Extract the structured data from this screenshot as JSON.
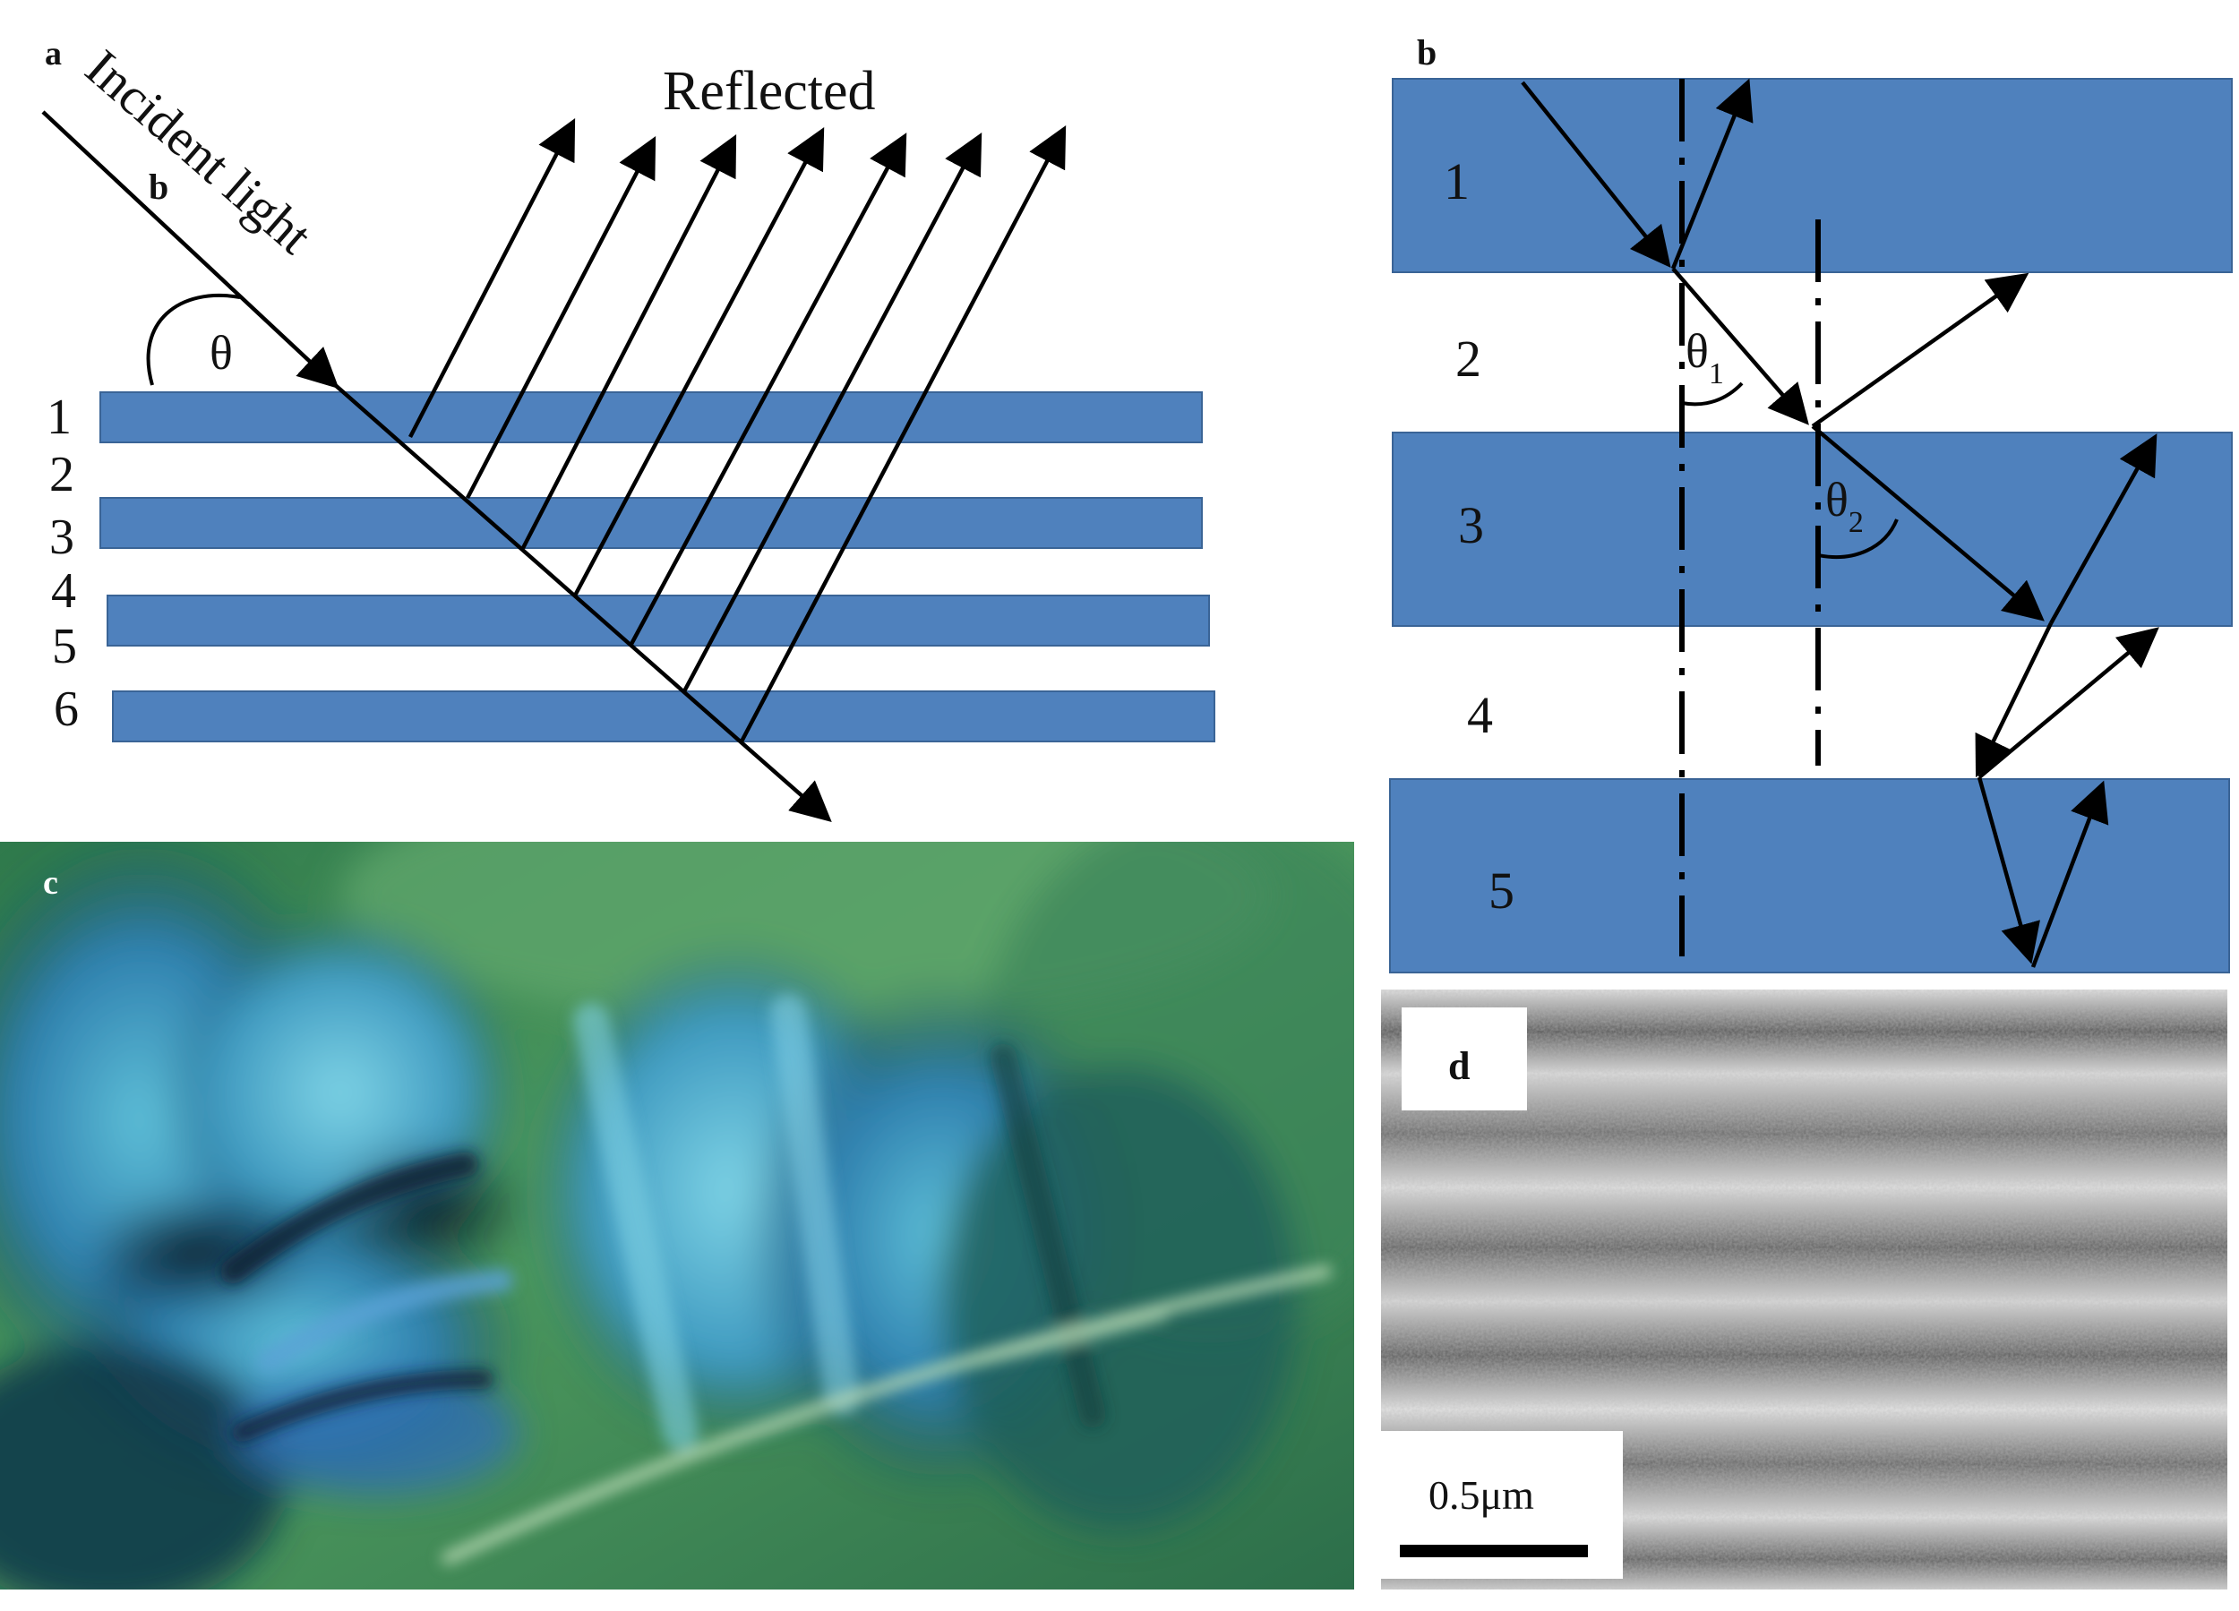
{
  "panel_a": {
    "letter": "a",
    "incident_label": "Incident light",
    "b_mark": "b",
    "reflected_label": "Reflected",
    "angle_label": "θ",
    "layer_labels": [
      "1",
      "2",
      "3",
      "4",
      "5",
      "6"
    ]
  },
  "panel_b": {
    "letter": "b",
    "layer_labels": [
      "1",
      "2",
      "3",
      "4",
      "5"
    ],
    "angle1_base": "θ",
    "angle1_sub": "1",
    "angle2_base": "θ",
    "angle2_sub": "2"
  },
  "panel_c": {
    "letter": "c"
  },
  "panel_d": {
    "letter": "d",
    "scale_bar_label": "0.5μm"
  },
  "colors": {
    "layer_fill": "#4f81bd",
    "layer_stroke": "#3a6496",
    "arrow": "#000000"
  }
}
